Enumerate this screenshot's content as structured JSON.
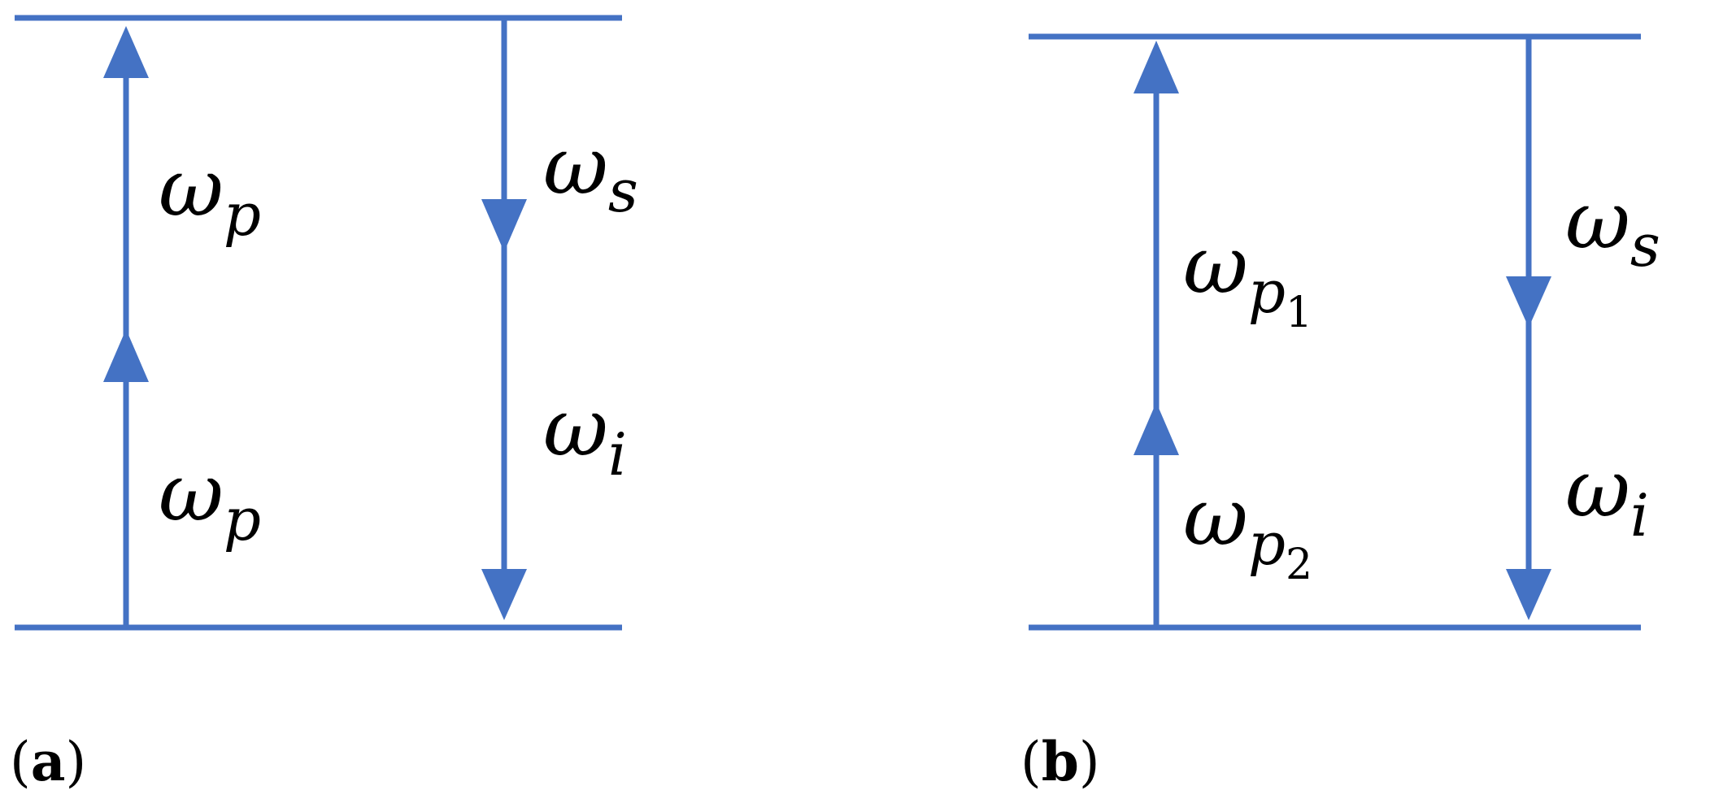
{
  "panels": [
    {
      "label_open": "(",
      "label_letter": "a",
      "label_close": ")",
      "pump_lower": {
        "symbol": "ω",
        "sub": "p",
        "subnum": ""
      },
      "pump_upper": {
        "symbol": "ω",
        "sub": "p",
        "subnum": ""
      },
      "signal": {
        "symbol": "ω",
        "sub": "s",
        "subnum": ""
      },
      "idler": {
        "symbol": "ω",
        "sub": "i",
        "subnum": ""
      }
    },
    {
      "label_open": "(",
      "label_letter": "b",
      "label_close": ")",
      "pump_lower": {
        "symbol": "ω",
        "sub": "p",
        "subnum": "2"
      },
      "pump_upper": {
        "symbol": "ω",
        "sub": "p",
        "subnum": "1"
      },
      "signal": {
        "symbol": "ω",
        "sub": "s",
        "subnum": ""
      },
      "idler": {
        "symbol": "ω",
        "sub": "i",
        "subnum": ""
      }
    }
  ],
  "colors": {
    "line": "#4472c4",
    "text": "#000000"
  }
}
